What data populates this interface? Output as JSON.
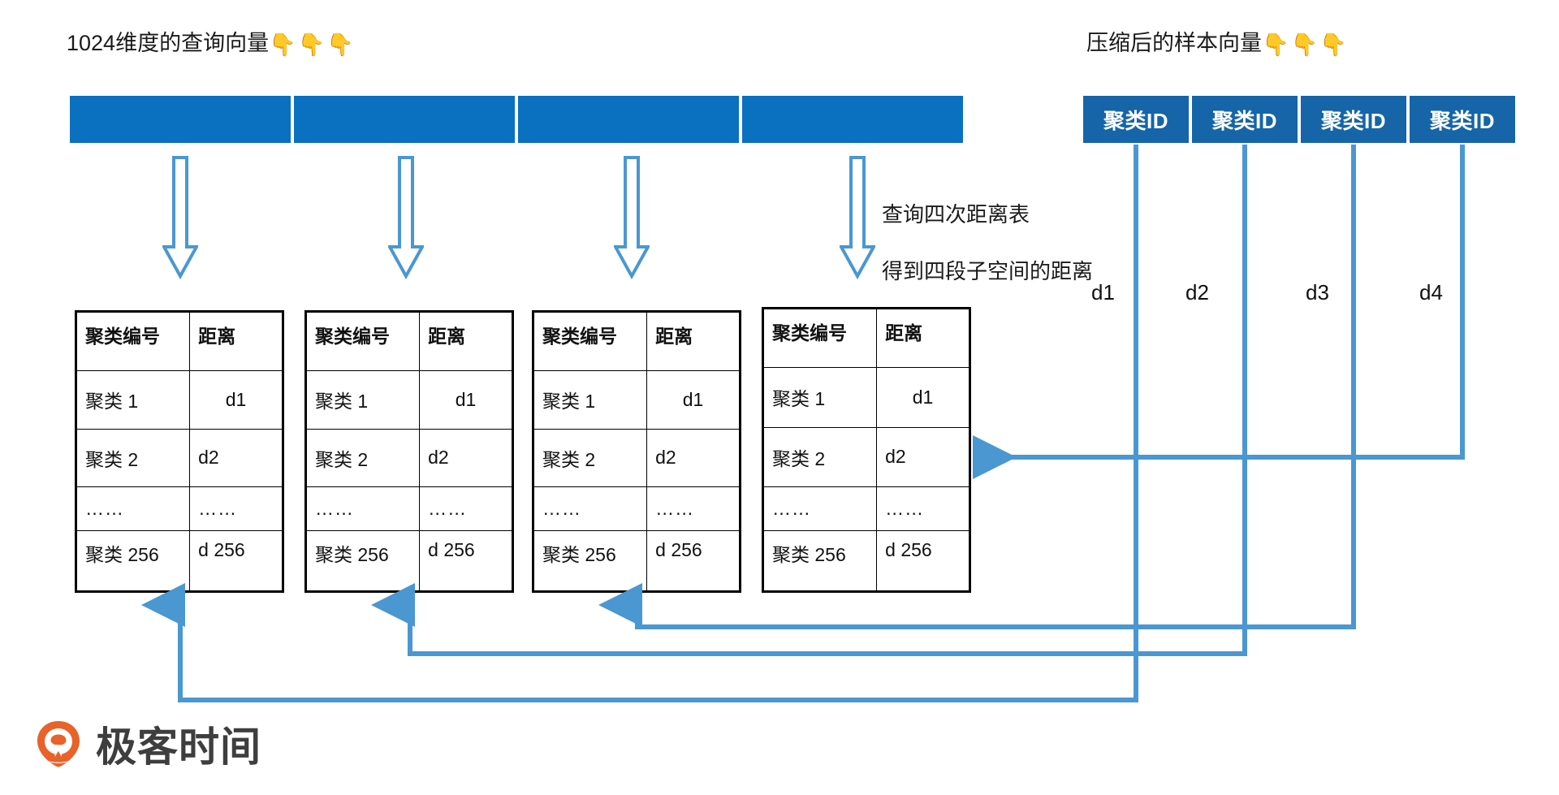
{
  "captions": {
    "query_vector": "1024维度的查询向量",
    "query_vector_emoji": "👇👇👇",
    "compressed_vector": "压缩后的样本向量",
    "compressed_vector_emoji": "👇👇👇"
  },
  "annotation": {
    "line1": "查询四次距离表",
    "line2": "得到四段子空间的距离",
    "text": "查询四次距离表\n得到四段子空间的距离"
  },
  "query_vector_bar": {
    "segments": 4,
    "color": "#0A70C0"
  },
  "cluster_id_boxes": {
    "color": "#1565A8",
    "text_color": "#FFFFFF",
    "items": [
      {
        "label": "聚类ID"
      },
      {
        "label": "聚类ID"
      },
      {
        "label": "聚类ID"
      },
      {
        "label": "聚类ID"
      }
    ]
  },
  "distance_labels": [
    {
      "text": "d1"
    },
    {
      "text": "d2"
    },
    {
      "text": "d3"
    },
    {
      "text": "d4"
    }
  ],
  "arrow_color": "#4A97D2",
  "tables": [
    {
      "headers": {
        "col1": "聚类编号",
        "col2": "距离"
      },
      "rows": [
        {
          "cluster": "聚类 1",
          "distance": "d1"
        },
        {
          "cluster": "聚类 2",
          "distance": "d2"
        },
        {
          "cluster": "……",
          "distance": "……"
        },
        {
          "cluster": "聚类 256",
          "distance": "d 256"
        }
      ]
    },
    {
      "headers": {
        "col1": "聚类编号",
        "col2": "距离"
      },
      "rows": [
        {
          "cluster": "聚类 1",
          "distance": "d1"
        },
        {
          "cluster": "聚类 2",
          "distance": "d2"
        },
        {
          "cluster": "……",
          "distance": "……"
        },
        {
          "cluster": "聚类 256",
          "distance": "d 256"
        }
      ]
    },
    {
      "headers": {
        "col1": "聚类编号",
        "col2": "距离"
      },
      "rows": [
        {
          "cluster": "聚类 1",
          "distance": "d1"
        },
        {
          "cluster": "聚类 2",
          "distance": "d2"
        },
        {
          "cluster": "……",
          "distance": "……"
        },
        {
          "cluster": "聚类 256",
          "distance": "d 256"
        }
      ]
    },
    {
      "headers": {
        "col1": "聚类编号",
        "col2": "距离"
      },
      "rows": [
        {
          "cluster": "聚类 1",
          "distance": "d1"
        },
        {
          "cluster": "聚类 2",
          "distance": "d2"
        },
        {
          "cluster": "……",
          "distance": "……"
        },
        {
          "cluster": "聚类 256",
          "distance": "d 256"
        }
      ]
    }
  ],
  "logo": {
    "text": "极客时间",
    "mark_color": "#E8622A",
    "text_color": "#3E3E3E"
  }
}
